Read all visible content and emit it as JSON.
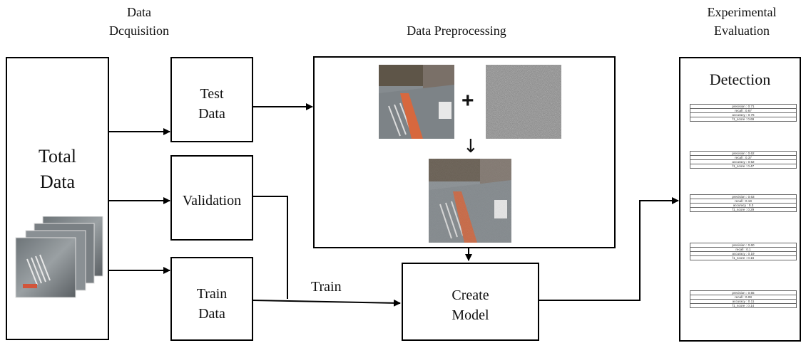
{
  "headers": {
    "acquisition_line1": "Data",
    "acquisition_line2": "Dcquisition",
    "preprocessing": "Data Preprocessing",
    "evaluation_line1": "Experimental",
    "evaluation_line2": "Evaluation"
  },
  "boxes": {
    "total_line1": "Total",
    "total_line2": "Data",
    "test_line1": "Test",
    "test_line2": "Data",
    "validation": "Validation",
    "train_line1": "Train",
    "train_line2": "Data",
    "create_line1": "Create",
    "create_line2": "Model",
    "detection": "Detection"
  },
  "labels": {
    "train_edge": "Train",
    "plus": "+",
    "down_arrow": "↓"
  },
  "metrics": [
    [
      "precision : 0.71",
      "recall : 0.67",
      "accuracy : 0.76",
      "f1_score : 0.69"
    ],
    [
      "precision : 0.62",
      "recall : 0.37",
      "accuracy : 0.52",
      "f1_score : 0.47"
    ],
    [
      "precision : 0.63",
      "recall : 0.19",
      "accuracy : 0.3",
      "f1_score : 0.29"
    ],
    [
      "precision : 0.60",
      "recall : 0.1",
      "accuracy : 0.19",
      "f1_score : 0.16"
    ],
    [
      "precision : 0.55",
      "recall : 0.08",
      "accuracy : 0.11",
      "f1_score : 0.14"
    ]
  ]
}
